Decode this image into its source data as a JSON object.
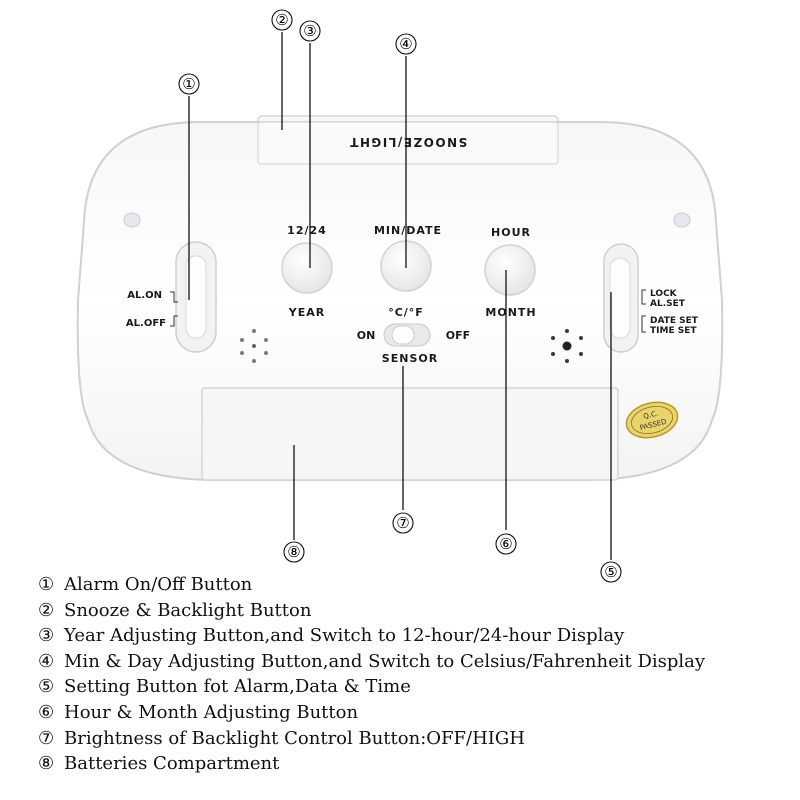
{
  "snooze_label": "SNOOZE/LIGHT",
  "alarm_switch": {
    "on": "AL.ON",
    "off": "AL.OFF"
  },
  "buttons": {
    "b1224": {
      "top": "12/24",
      "bottom": "YEAR"
    },
    "bmin": {
      "top": "MIN/DATE",
      "bottom": "°C/°F"
    },
    "bhour": {
      "top": "HOUR",
      "bottom": "MONTH"
    }
  },
  "sensor": {
    "on": "ON",
    "off": "OFF",
    "label": "SENSOR"
  },
  "mode_switch": {
    "lock": "LOCK",
    "alset": "AL.SET",
    "dateset": "DATE SET",
    "timeset": "TIME SET"
  },
  "qc_sticker": {
    "line1": "Q.C.",
    "line2": "PASSED"
  },
  "callouts": {
    "c1": "①",
    "c2": "②",
    "c3": "③",
    "c4": "④",
    "c5": "⑤",
    "c6": "⑥",
    "c7": "⑦",
    "c8": "⑧"
  },
  "legend": [
    {
      "num": "①",
      "text": "Alarm On/Off Button"
    },
    {
      "num": "②",
      "text": "Snooze & Backlight Button"
    },
    {
      "num": "③",
      "text": "Year Adjusting Button,and Switch to 12-hour/24-hour Display"
    },
    {
      "num": "④",
      "text": "Min & Day Adjusting  Button,and Switch to Celsius/Fahrenheit Display"
    },
    {
      "num": "⑤",
      "text": "Setting Button fot Alarm,Data & Time"
    },
    {
      "num": "⑥",
      "text": "Hour & Month Adjusting Button"
    },
    {
      "num": "⑦",
      "text": "Brightness of Backlight Control Button:OFF/HIGH"
    },
    {
      "num": "⑧",
      "text": "Batteries Compartment"
    }
  ]
}
